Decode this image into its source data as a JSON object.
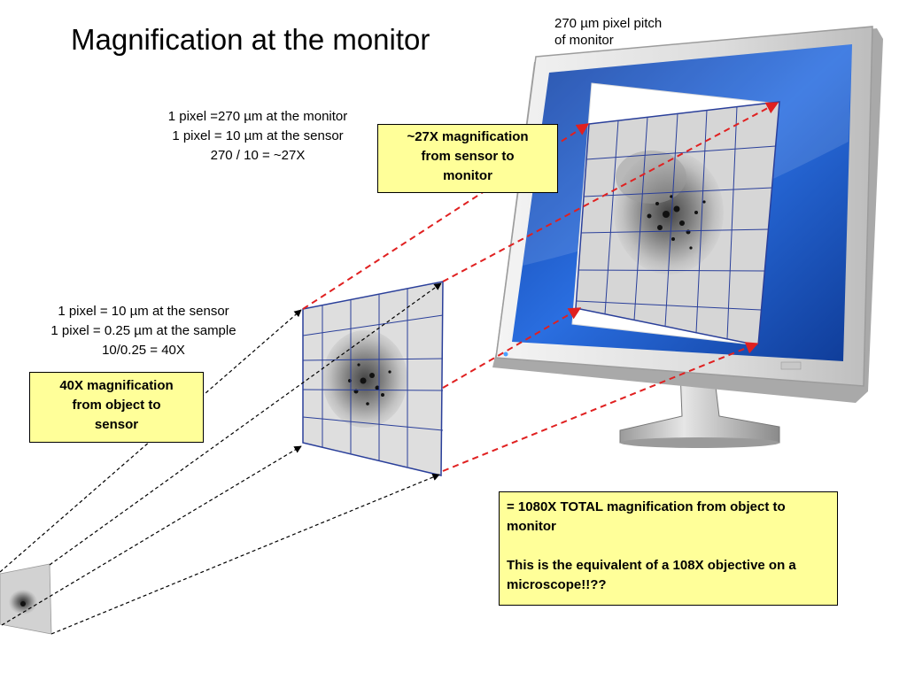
{
  "title": "Magnification at the monitor",
  "monitor_pitch_label": [
    "270 µm pixel pitch",
    "of monitor"
  ],
  "monitor_note": [
    "1 pixel =270 µm at the monitor",
    "1 pixel = 10 µm at the sensor",
    "270 / 10 = ~27X"
  ],
  "sensor_note": [
    "1 pixel = 10 µm at the sensor",
    "1 pixel = 0.25 µm at the sample",
    "10/0.25 = 40X"
  ],
  "box_monitor": [
    "~27X magnification",
    "from  sensor to",
    "monitor"
  ],
  "box_sensor": [
    "40X magnification",
    "from object to",
    "sensor"
  ],
  "total_box": {
    "line1": "= 1080X TOTAL magnification from  object to monitor",
    "line2": "This is the equivalent of a 108X objective on a microscope!!??"
  },
  "colors": {
    "callout_fill": "#ffff99",
    "grid_line": "#2a3f9a",
    "red_arrow": "#e02020",
    "black_arrow": "#000000",
    "monitor_blue": "#1f4fb0"
  }
}
